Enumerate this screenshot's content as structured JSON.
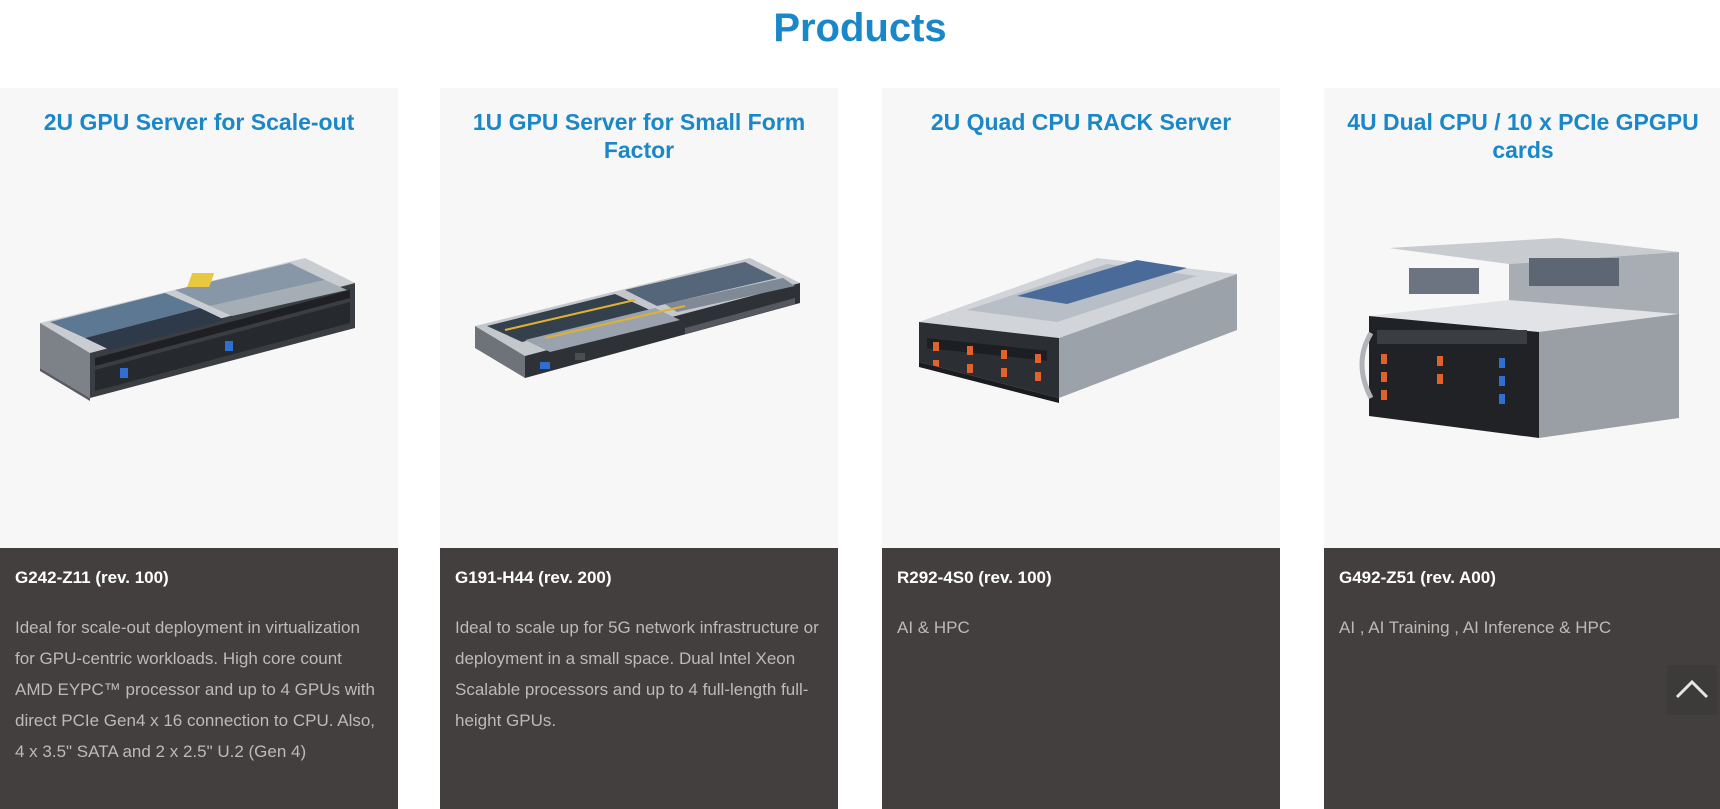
{
  "page": {
    "title": "Products"
  },
  "colors": {
    "accent": "#1a87c9",
    "card_top_bg": "#f7f7f7",
    "card_bottom_bg": "#423f3e",
    "description_text": "#bdbab8"
  },
  "products": [
    {
      "heading": "2U GPU Server for Scale-out",
      "image_icon": "server-2u-gpu-image",
      "model": "G242-Z11 (rev. 100)",
      "description": "Ideal for scale-out deployment in virtualization for GPU-centric workloads. High core count AMD EYPC™ processor and up to 4 GPUs with direct PCIe Gen4 x 16 connection to CPU. Also, 4 x 3.5\" SATA and 2 x 2.5\" U.2 (Gen 4)"
    },
    {
      "heading": "1U GPU Server for Small Form Factor",
      "image_icon": "server-1u-gpu-image",
      "model": "G191-H44 (rev. 200)",
      "description": "Ideal to scale up for 5G network infrastructure or deployment in a small space. Dual Intel Xeon Scalable processors and up to 4 full-length full-height GPUs."
    },
    {
      "heading": "2U Quad CPU RACK Server",
      "image_icon": "server-2u-quad-cpu-image",
      "model": "R292-4S0 (rev. 100)",
      "description": "AI & HPC"
    },
    {
      "heading": "4U Dual CPU / 10 x PCIe GPGPU cards",
      "image_icon": "server-4u-gpgpu-image",
      "model": "G492-Z51 (rev. A00)",
      "description": "AI , AI Training , AI Inference & HPC"
    }
  ],
  "back_to_top": {
    "icon": "chevron-up-icon"
  }
}
